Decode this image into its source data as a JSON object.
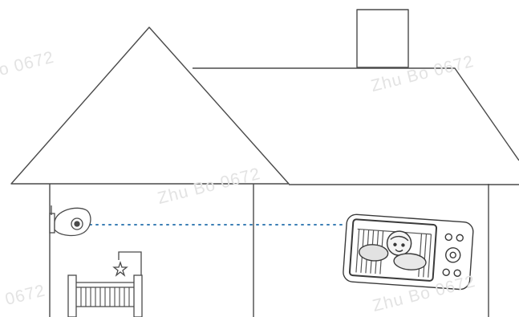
{
  "watermark": {
    "text": "Zhu Bo 0672",
    "text_partial": "o 0672",
    "text_left": "0672"
  },
  "colors": {
    "outline": "#4a4a4a",
    "link_line": "#3b7fb5",
    "watermark": "#e3e3e3"
  },
  "icons": [
    "house-outline",
    "baby-camera-icon",
    "crib-icon",
    "baby-monitor-icon"
  ]
}
